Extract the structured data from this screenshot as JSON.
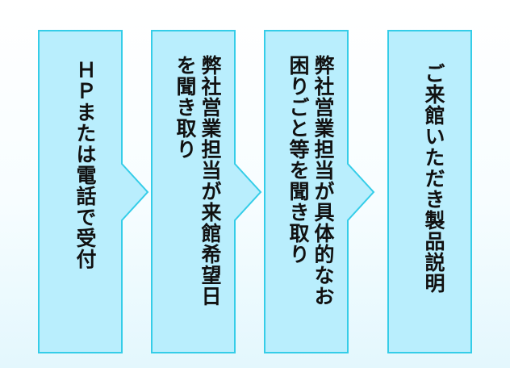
{
  "colors": {
    "box_fill": "#b9eefd",
    "box_stroke": "#35cde8",
    "text": "#111111"
  },
  "steps": [
    {
      "label": "ＨＰまたは電話で受付",
      "arrow": true
    },
    {
      "label": "弊社営業担当が来館希望日\nを聞き取り",
      "arrow": true
    },
    {
      "label": "弊社営業担当が具体的なお\n困りごと等を聞き取り",
      "arrow": true
    },
    {
      "label": "ご来館いただき製品説明",
      "arrow": false
    }
  ]
}
